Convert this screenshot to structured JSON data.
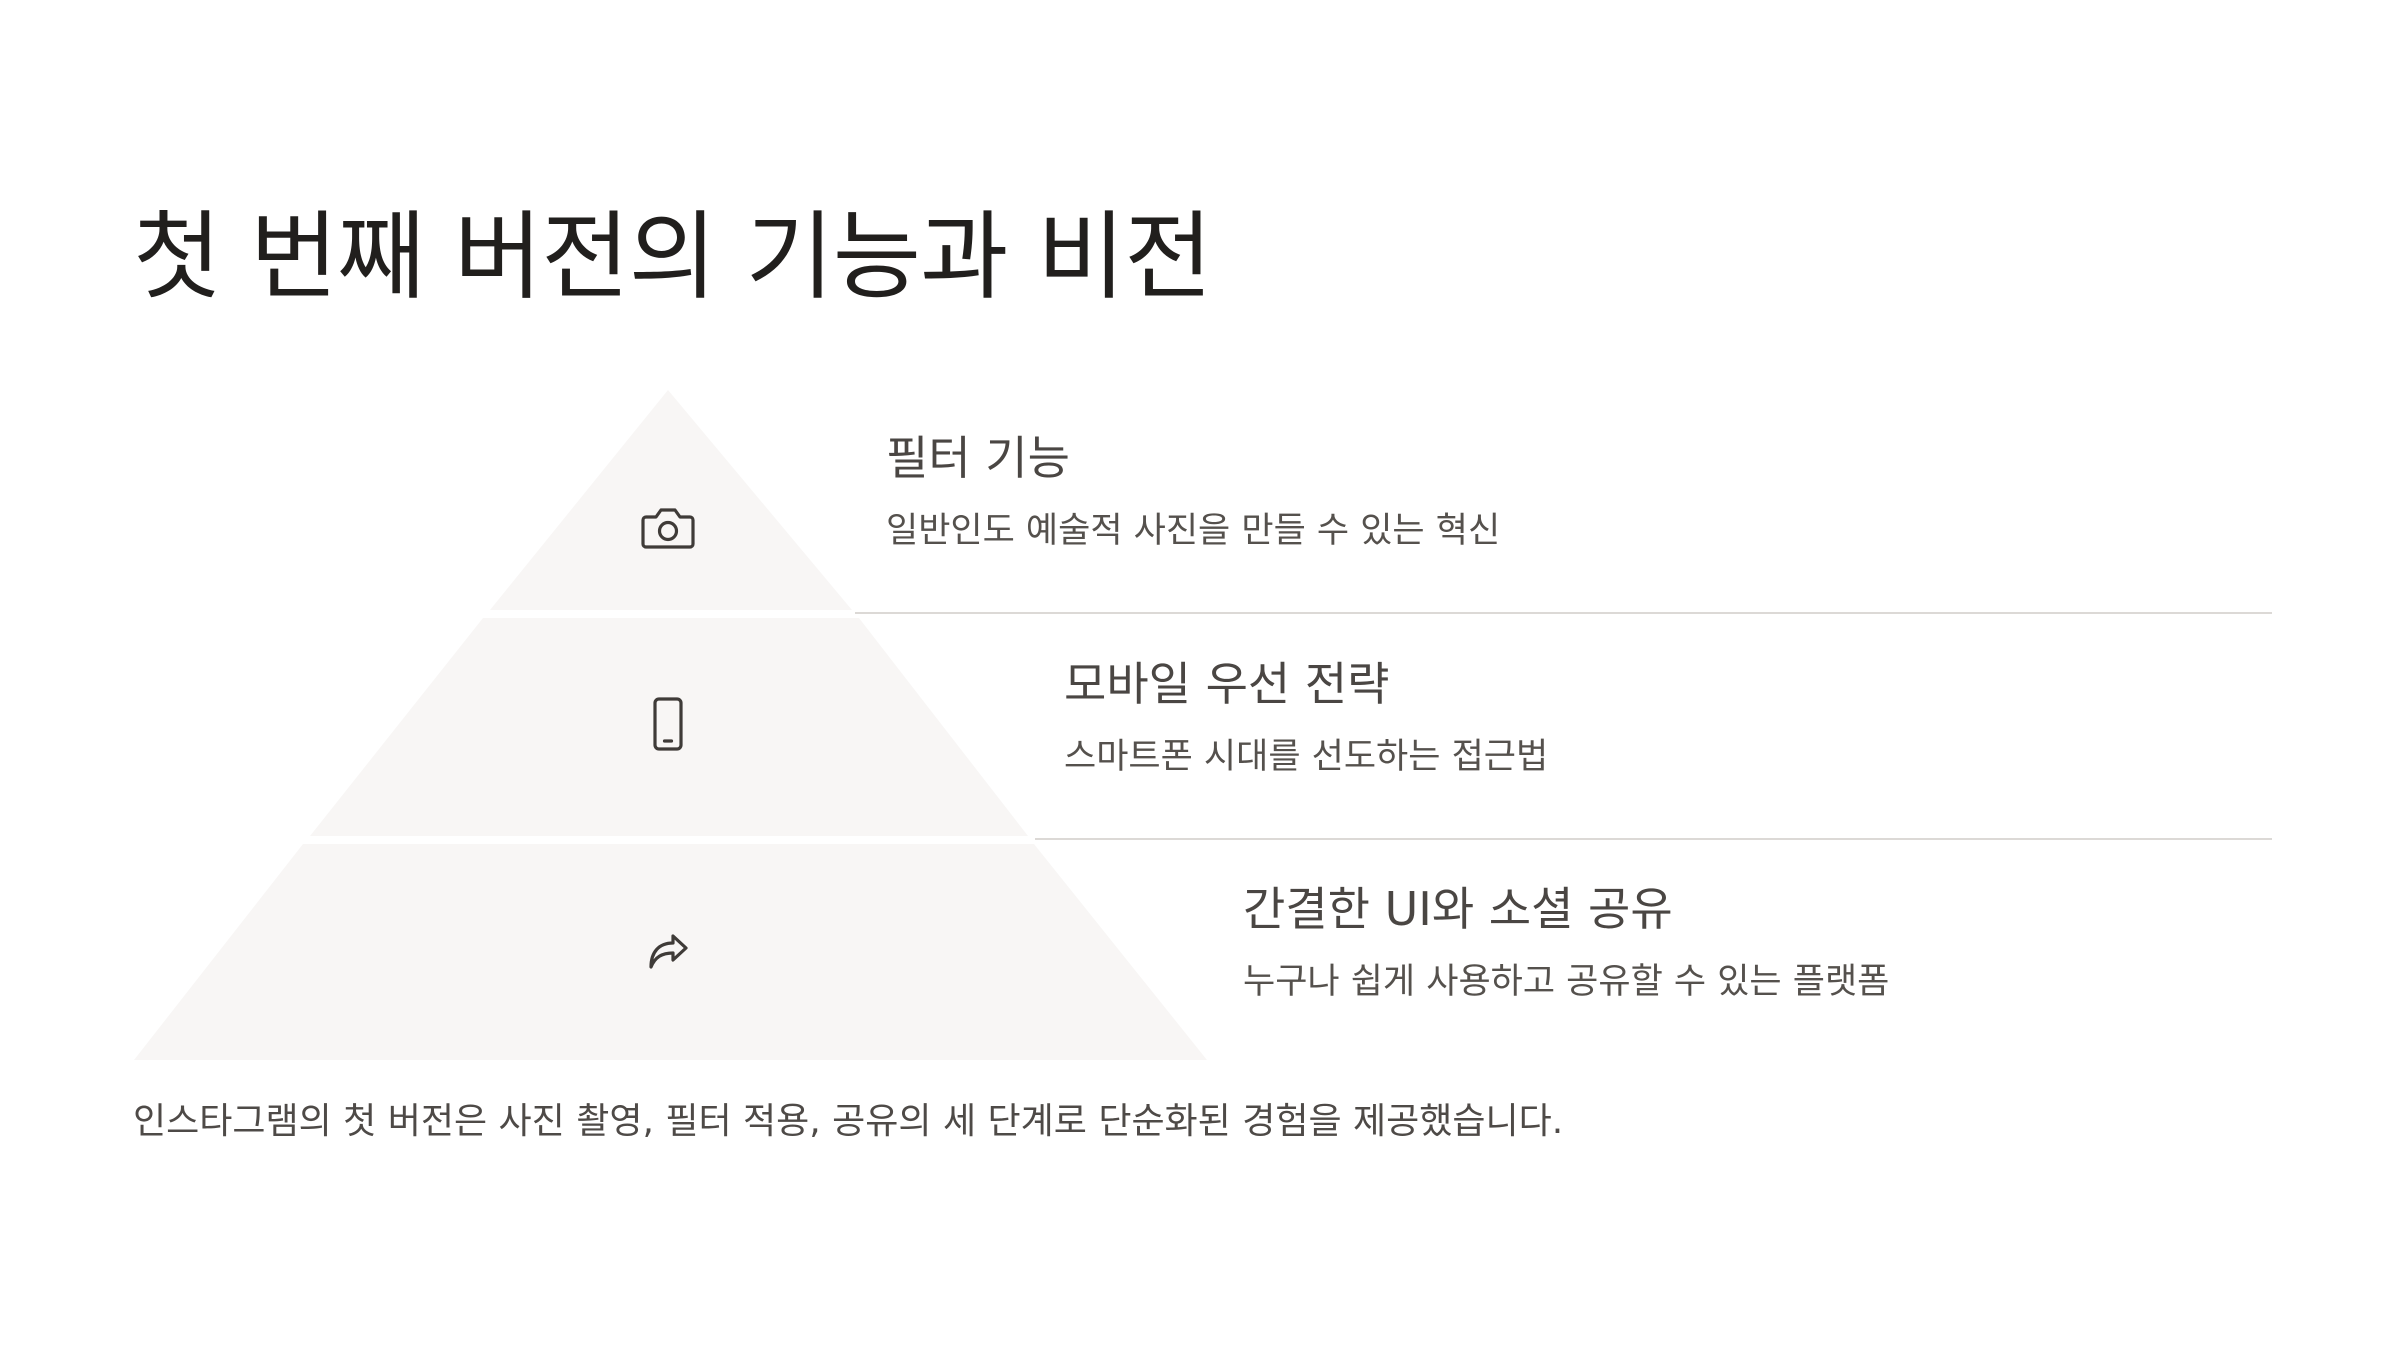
{
  "slide": {
    "title": "첫 번째 버전의 기능과 비전",
    "tiers": [
      {
        "icon": "camera-icon",
        "heading": "필터 기능",
        "description": "일반인도 예술적 사진을 만들 수 있는 혁신"
      },
      {
        "icon": "smartphone-icon",
        "heading": "모바일 우선 전략",
        "description": "스마트폰 시대를 선도하는 접근법"
      },
      {
        "icon": "share-icon",
        "heading": "간결한 UI와 소셜 공유",
        "description": "누구나 쉽게 사용하고 공유할 수 있는 플랫폼"
      }
    ],
    "summary": "인스타그램의 첫 버전은 사진 촬영, 필터 적용, 공유의 세 단계로 단순화된 경험을 제공했습니다."
  },
  "colors": {
    "background": "#ffffff",
    "tier_fill": "#f8f6f5",
    "divider": "#dcd9d6",
    "title_text": "#211f1d",
    "body_text": "#4a4643"
  }
}
